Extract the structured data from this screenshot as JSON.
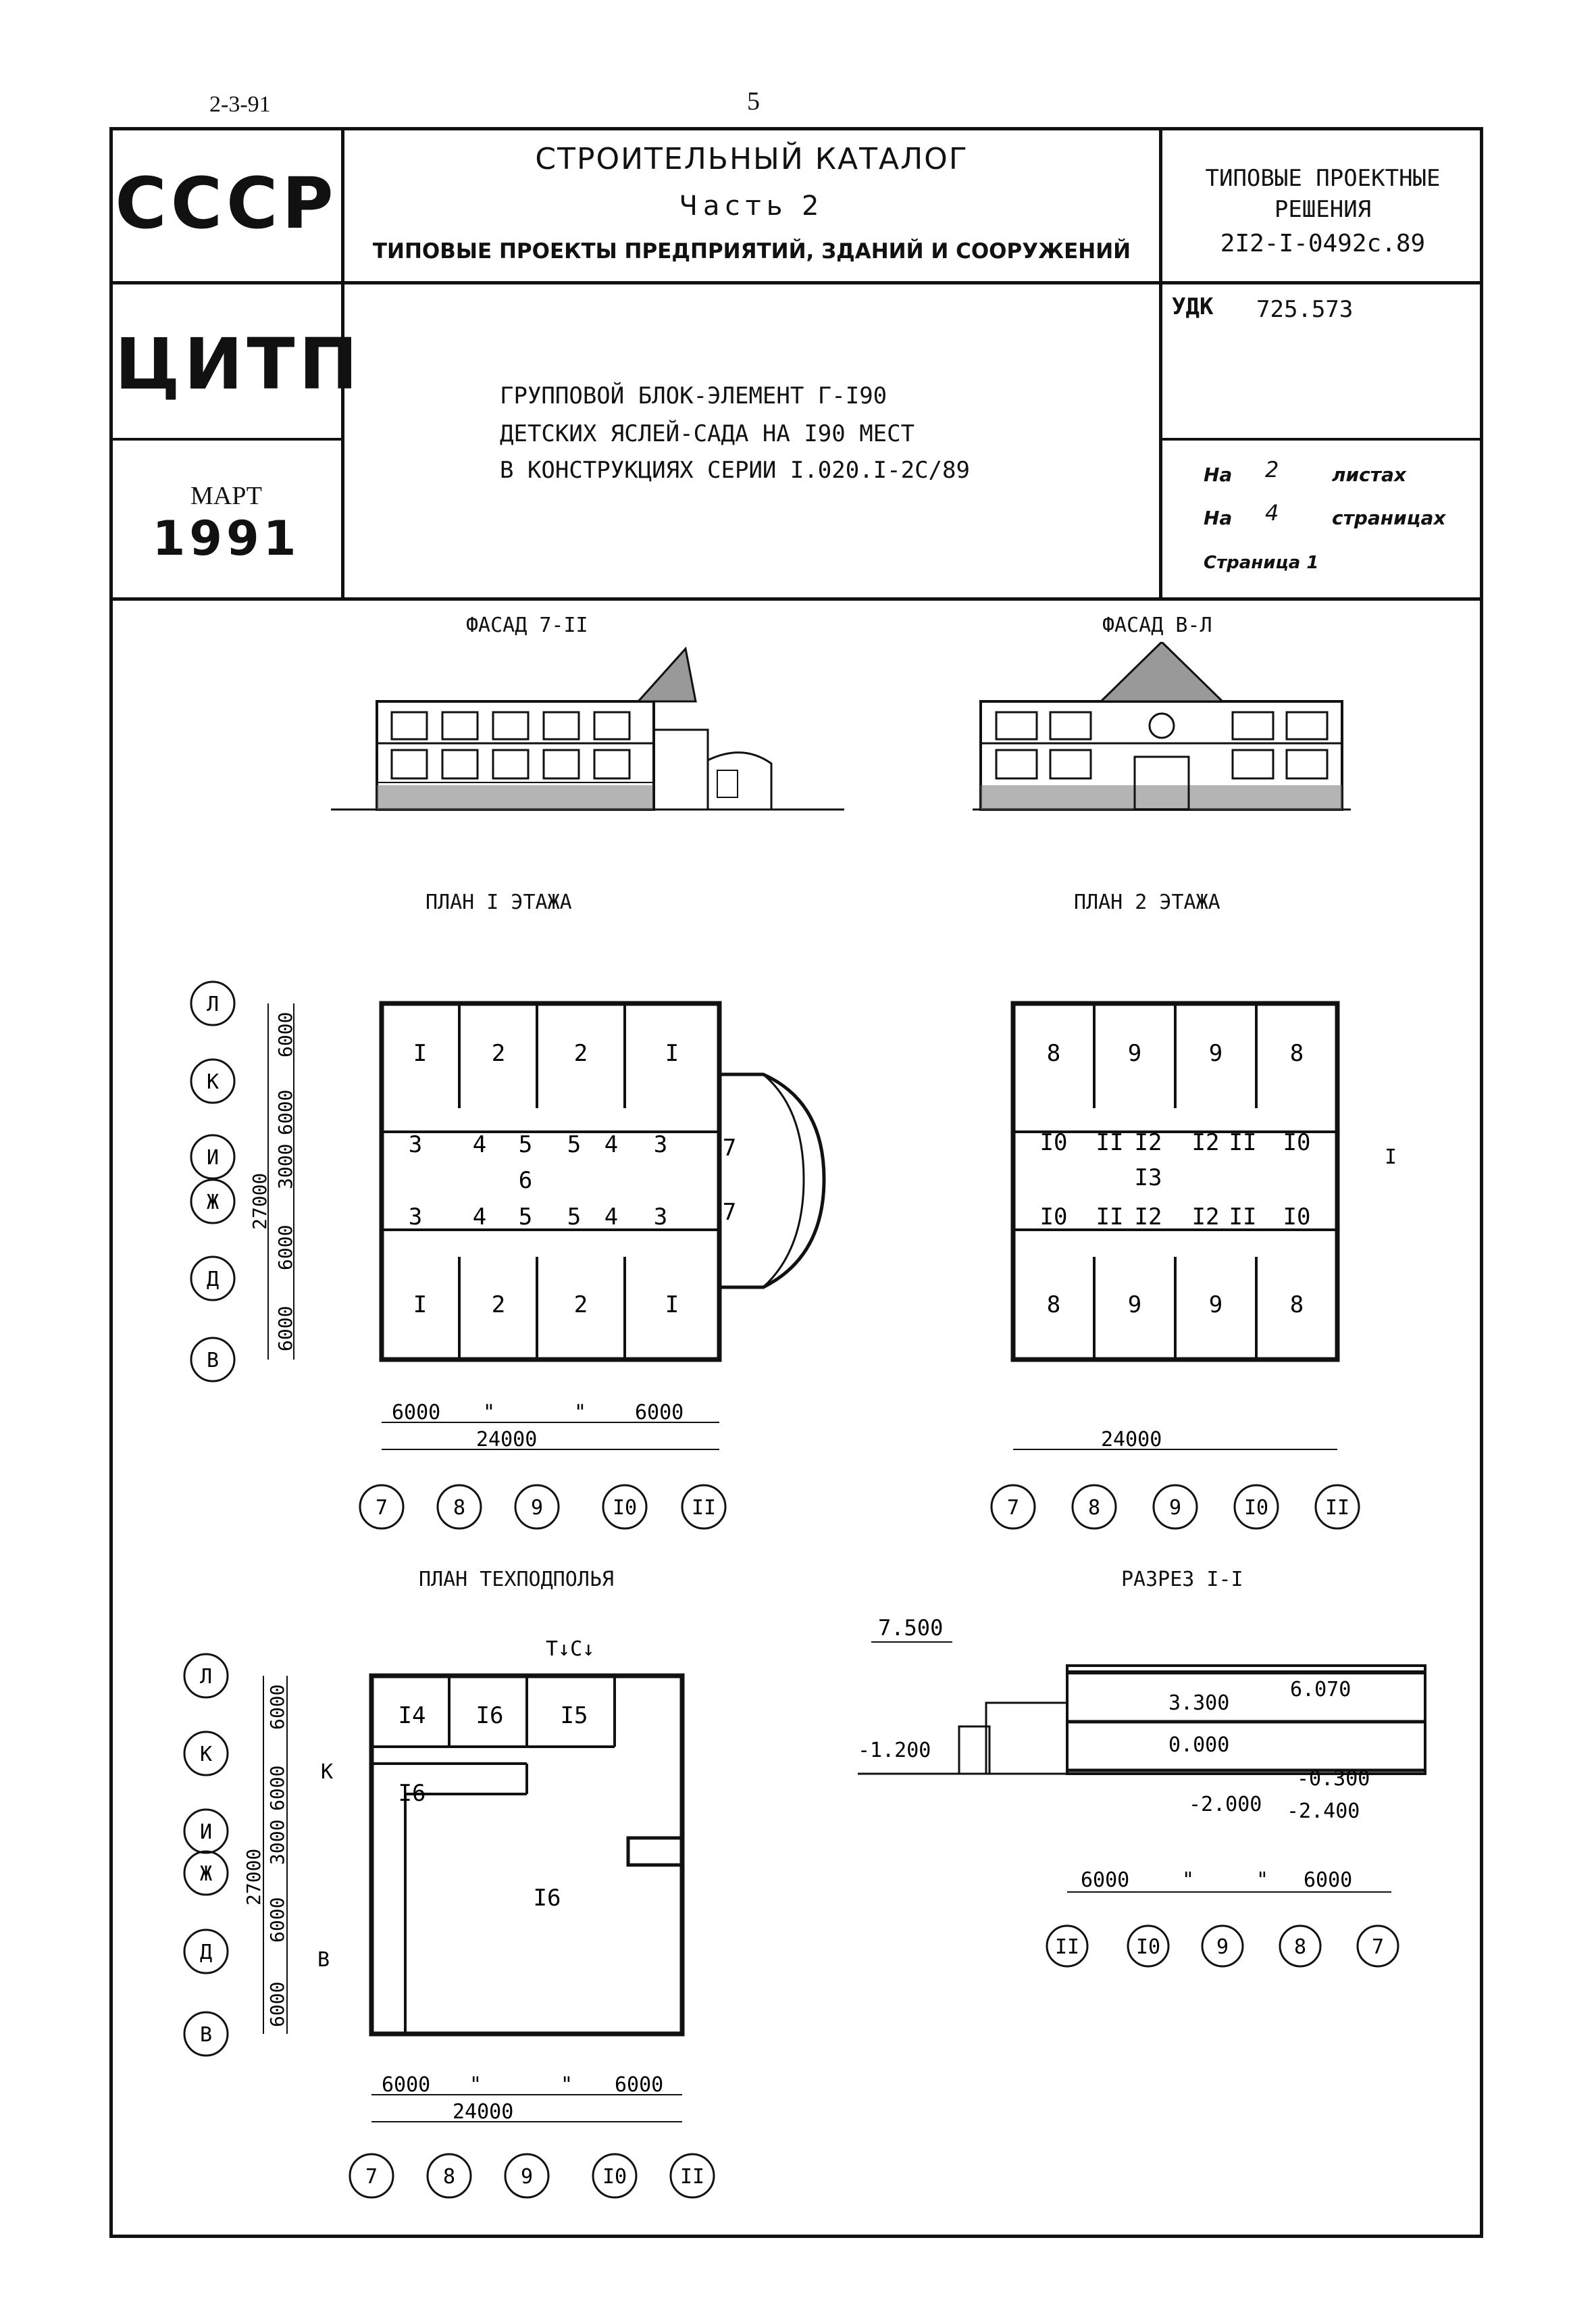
{
  "top_left_code": "2-3-91",
  "page_number": "5",
  "stamp": {
    "country": "СССР",
    "org": "ЦИТП",
    "month": "МАРТ",
    "year": "1991"
  },
  "catalog": {
    "title": "СТРОИТЕЛЬНЫЙ КАТАЛОГ",
    "part": "Часть 2",
    "subtitle": "ТИПОВЫЕ ПРОЕКТЫ ПРЕДПРИЯТИЙ, ЗДАНИЙ И СООРУЖЕНИЙ"
  },
  "right_box": {
    "line1": "ТИПОВЫЕ ПРОЕКТНЫЕ",
    "line2": "РЕШЕНИЯ",
    "code": "2I2-I-0492с.89",
    "udk_label": "УДК",
    "udk_value": "725.573",
    "sheets_prefix": "На",
    "sheets_count": "2",
    "sheets_word": "листах",
    "pages_prefix": "На",
    "pages_count": "4",
    "pages_word": "страницах",
    "page_label": "Страница 1"
  },
  "project_title": {
    "line1": "ГРУППОВОЙ БЛОК-ЭЛЕМЕНТ Г-I90",
    "line2": "ДЕТСКИХ ЯСЛЕЙ-САДА НА I90 МЕСТ",
    "line3": "В КОНСТРУКЦИЯХ СЕРИИ I.020.I-2С/89"
  },
  "drawings": {
    "facade_1": "ФАСАД 7-II",
    "facade_2": "ФАСАД В-Л",
    "plan_1": "ПЛАН I ЭТАЖА",
    "plan_2": "ПЛАН 2 ЭТАЖА",
    "plan_tech": "ПЛАН ТЕХПОДПОЛЬЯ",
    "section": "РАЗРЕЗ I-I"
  },
  "axes": {
    "rows": [
      "Л",
      "К",
      "И",
      "Ж",
      "Д",
      "В"
    ],
    "cols": [
      "7",
      "8",
      "9",
      "I0",
      "II"
    ],
    "cols_reversed": [
      "II",
      "I0",
      "9",
      "8",
      "7"
    ],
    "row_dims": [
      "6000",
      "6000",
      "3000",
      "6000",
      "6000"
    ],
    "total_row_dim": "27000",
    "col_dim": "6000",
    "ditto": "\"",
    "total_col_dim": "24000",
    "section_mark": "I"
  },
  "plan1_rooms": {
    "top": [
      "I",
      "2",
      "2",
      "I"
    ],
    "mid_upper": [
      "3",
      "4",
      "5",
      "5",
      "4",
      "3"
    ],
    "center": "6",
    "mid_lower": [
      "3",
      "4",
      "5",
      "5",
      "4",
      "3"
    ],
    "bottom": [
      "I",
      "2",
      "2",
      "I"
    ],
    "stair": "7"
  },
  "plan2_rooms": {
    "top": [
      "8",
      "9",
      "9",
      "8"
    ],
    "mid_upper": [
      "I0",
      "II",
      "I2",
      "I2",
      "II",
      "I0"
    ],
    "center": "I3",
    "mid_lower": [
      "I0",
      "II",
      "I2",
      "I2",
      "II",
      "I0"
    ],
    "bottom": [
      "8",
      "9",
      "9",
      "8"
    ]
  },
  "tech_rooms": {
    "top": [
      "I4",
      "I6",
      "I5"
    ],
    "left": "I6",
    "main": "I6",
    "marker_k": "К",
    "marker_v": "В",
    "marker_tc": "Т↓С↓"
  },
  "section_levels": {
    "top": "7.500",
    "l1": "3.300",
    "l2": "6.070",
    "l3": "0.000",
    "l4": "-1.200",
    "l5": "-0.300",
    "l6": "-2.000",
    "l7": "-2.400"
  }
}
